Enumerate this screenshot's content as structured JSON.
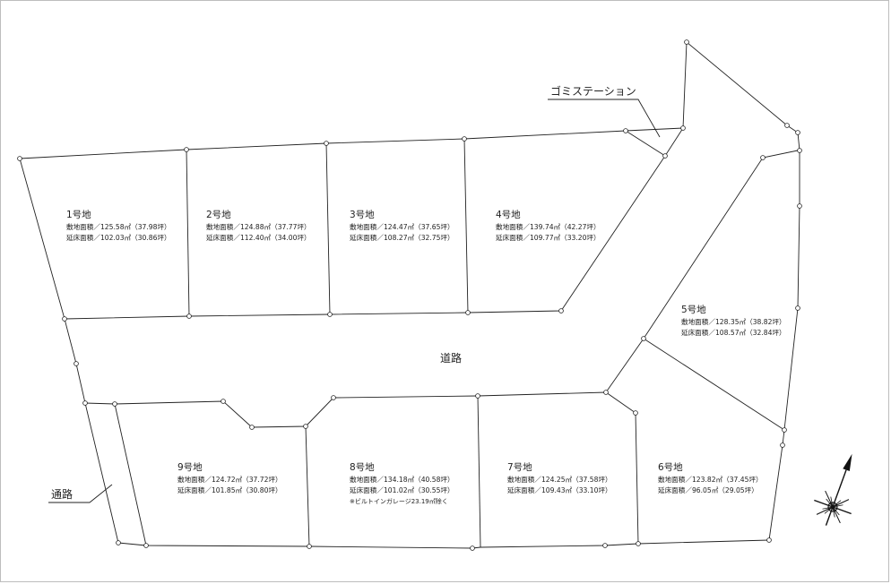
{
  "lots": [
    {
      "id": "1",
      "title": "1号地",
      "site_area": "敷地面積／125.58㎡（37.98坪）",
      "floor_area": "延床面積／102.03㎡（30.86坪）"
    },
    {
      "id": "2",
      "title": "2号地",
      "site_area": "敷地面積／124.88㎡（37.77坪）",
      "floor_area": "延床面積／112.40㎡（34.00坪）"
    },
    {
      "id": "3",
      "title": "3号地",
      "site_area": "敷地面積／124.47㎡（37.65坪）",
      "floor_area": "延床面積／108.27㎡（32.75坪）"
    },
    {
      "id": "4",
      "title": "4号地",
      "site_area": "敷地面積／139.74㎡（42.27坪）",
      "floor_area": "延床面積／109.77㎡（33.20坪）"
    },
    {
      "id": "5",
      "title": "5号地",
      "site_area": "敷地面積／128.35㎡（38.82坪）",
      "floor_area": "延床面積／108.57㎡（32.84坪）"
    },
    {
      "id": "6",
      "title": "6号地",
      "site_area": "敷地面積／123.82㎡（37.45坪）",
      "floor_area": "延床面積／96.05㎡（29.05坪）"
    },
    {
      "id": "7",
      "title": "7号地",
      "site_area": "敷地面積／124.25㎡（37.58坪）",
      "floor_area": "延床面積／109.43㎡（33.10坪）"
    },
    {
      "id": "8",
      "title": "8号地",
      "site_area": "敷地面積／134.18㎡（40.58坪）",
      "floor_area": "延床面積／101.02㎡（30.55坪）",
      "note": "※ビルトインガレージ23.19㎡除く"
    },
    {
      "id": "9",
      "title": "9号地",
      "site_area": "敷地面積／124.72㎡（37.72坪）",
      "floor_area": "延床面積／101.85㎡（30.80坪）"
    }
  ],
  "labels": {
    "road": "道路",
    "passage": "通路",
    "garbage_station": "ゴミステーション"
  },
  "icons": {
    "compass": "north-arrow-icon"
  }
}
